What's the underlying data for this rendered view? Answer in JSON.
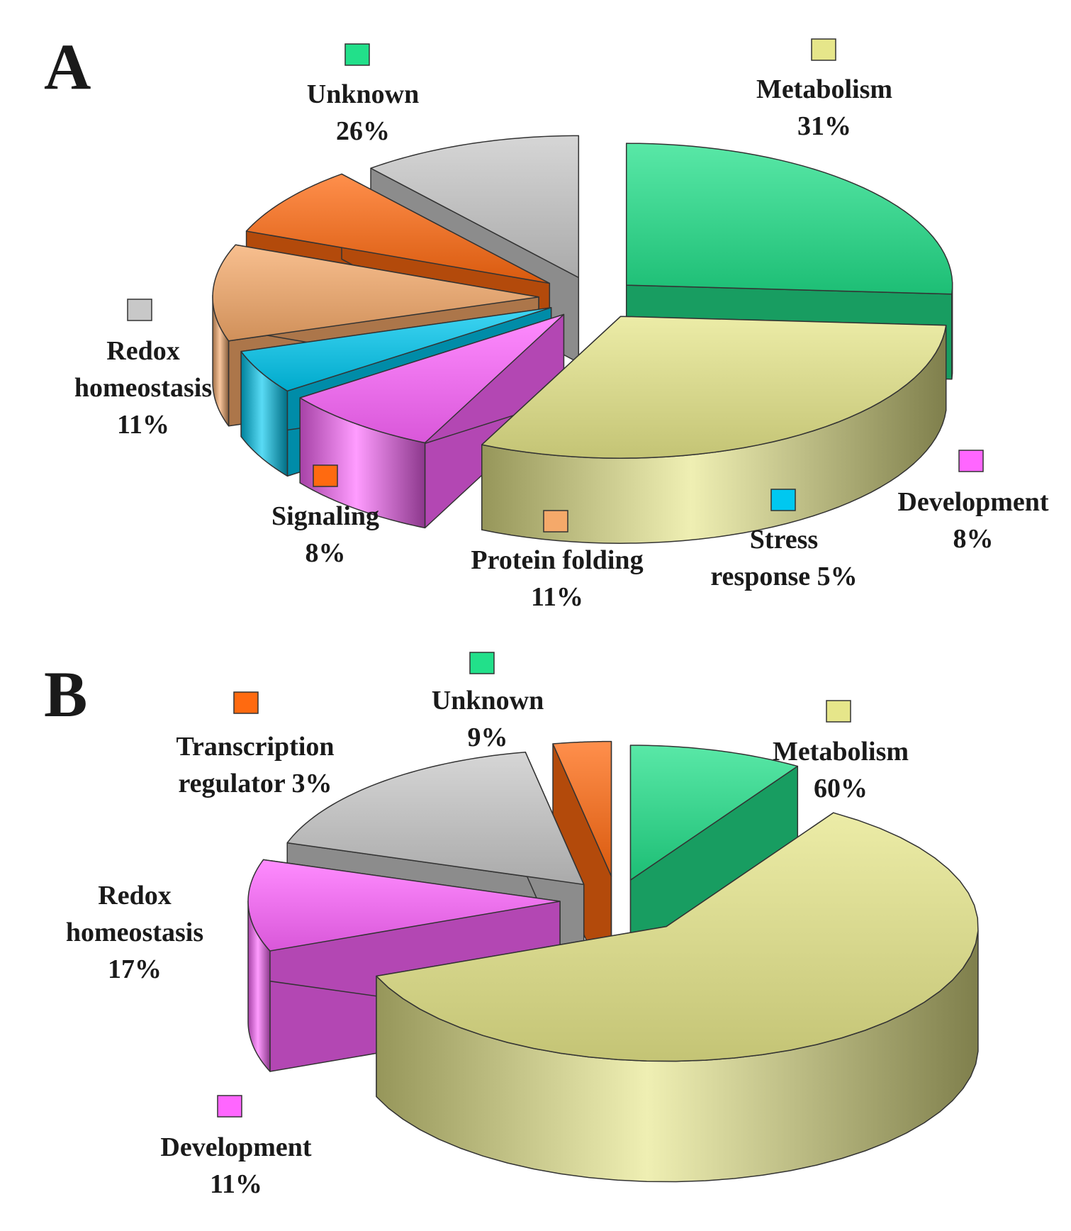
{
  "chart_data": [
    {
      "type": "pie",
      "panel": "A",
      "categories": [
        "Unknown",
        "Metabolism",
        "Development",
        "Stress response",
        "Protein folding",
        "Signaling",
        "Redox homeostasis"
      ],
      "values": [
        26,
        31,
        8,
        5,
        11,
        8,
        11
      ],
      "colors": [
        "#22e08a",
        "#e6e68a",
        "#ff66ff",
        "#00c8f0",
        "#f5a96a",
        "#ff6a10",
        "#c8c8c8"
      ],
      "labels": [
        [
          "Unknown",
          "26%"
        ],
        [
          "Metabolism",
          "31%"
        ],
        [
          "Development",
          "8%"
        ],
        [
          "Stress",
          "response 5%"
        ],
        [
          "Protein folding",
          "11%"
        ],
        [
          "Signaling",
          "8%"
        ],
        [
          "Redox",
          "homeostasis",
          "11%"
        ]
      ]
    },
    {
      "type": "pie",
      "panel": "B",
      "categories": [
        "Unknown",
        "Metabolism",
        "Development",
        "Redox homeostasis",
        "Transcription regulator"
      ],
      "values": [
        9,
        60,
        11,
        17,
        3
      ],
      "colors": [
        "#22e08a",
        "#e6e68a",
        "#ff66ff",
        "#c8c8c8",
        "#ff6a10"
      ],
      "labels": [
        [
          "Unknown",
          "9%"
        ],
        [
          "Metabolism",
          "60%"
        ],
        [
          "Development",
          "11%"
        ],
        [
          "Redox",
          "homeostasis",
          "17%"
        ],
        [
          "Transcription",
          "regulator 3%"
        ]
      ]
    }
  ]
}
